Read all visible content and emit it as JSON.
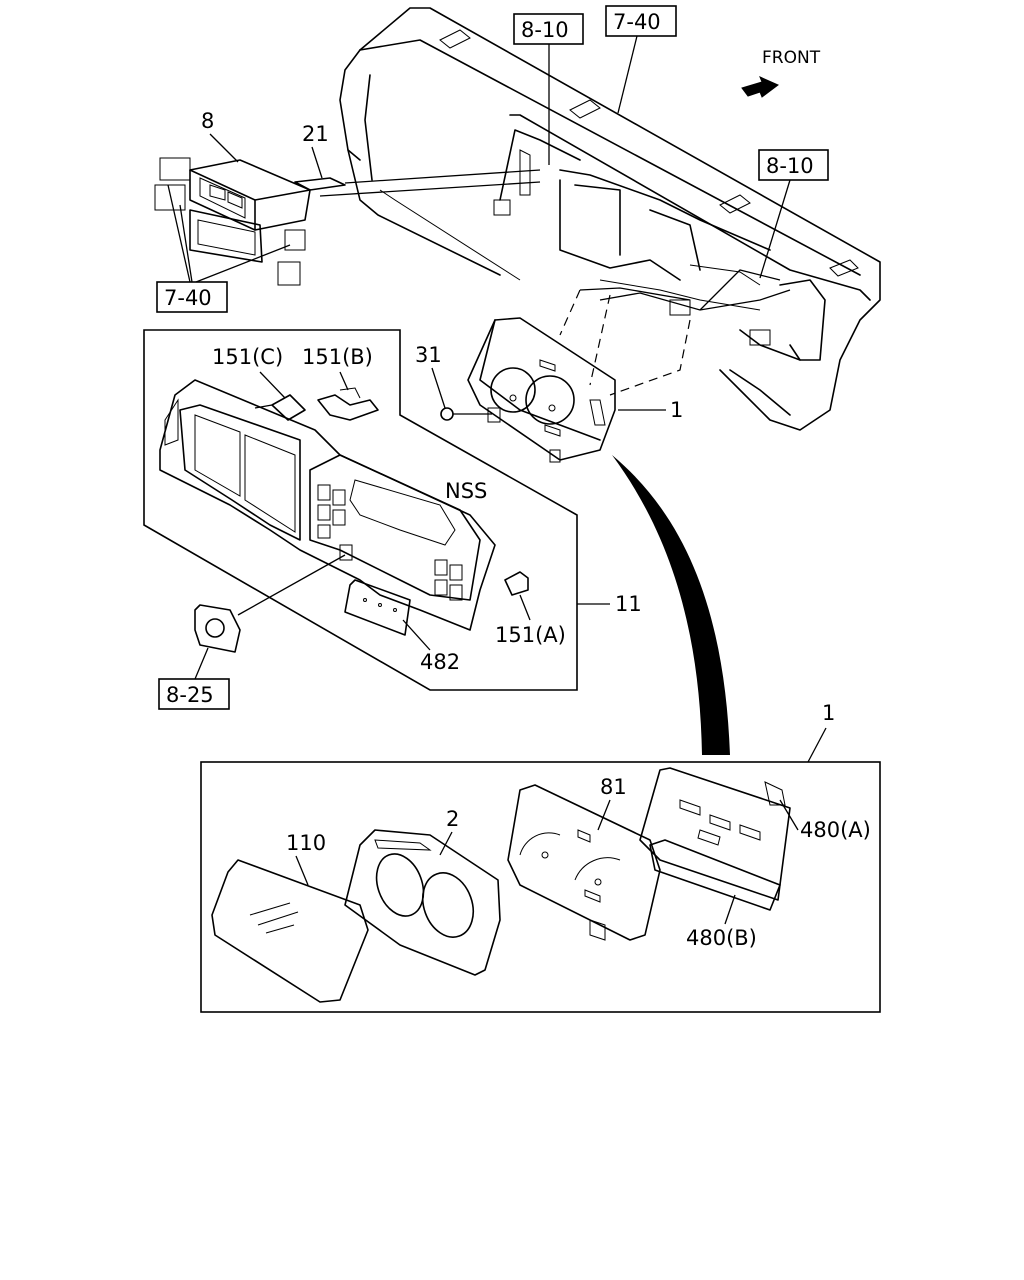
{
  "direction": {
    "label": "FRONT",
    "icon": "front-arrow-icon"
  },
  "reference_boxes": [
    "8-10",
    "7-40",
    "8-10",
    "7-40",
    "8-25"
  ],
  "part_labels": {
    "p8": "8",
    "p21": "21",
    "p151c": "151(C)",
    "p151b": "151(B)",
    "p31": "31",
    "p1_top": "1",
    "nss": "NSS",
    "p11": "11",
    "p151a": "151(A)",
    "p482": "482",
    "p1_detail": "1",
    "p81": "81",
    "p2": "2",
    "p110": "110",
    "p480a": "480(A)",
    "p480b": "480(B)"
  }
}
